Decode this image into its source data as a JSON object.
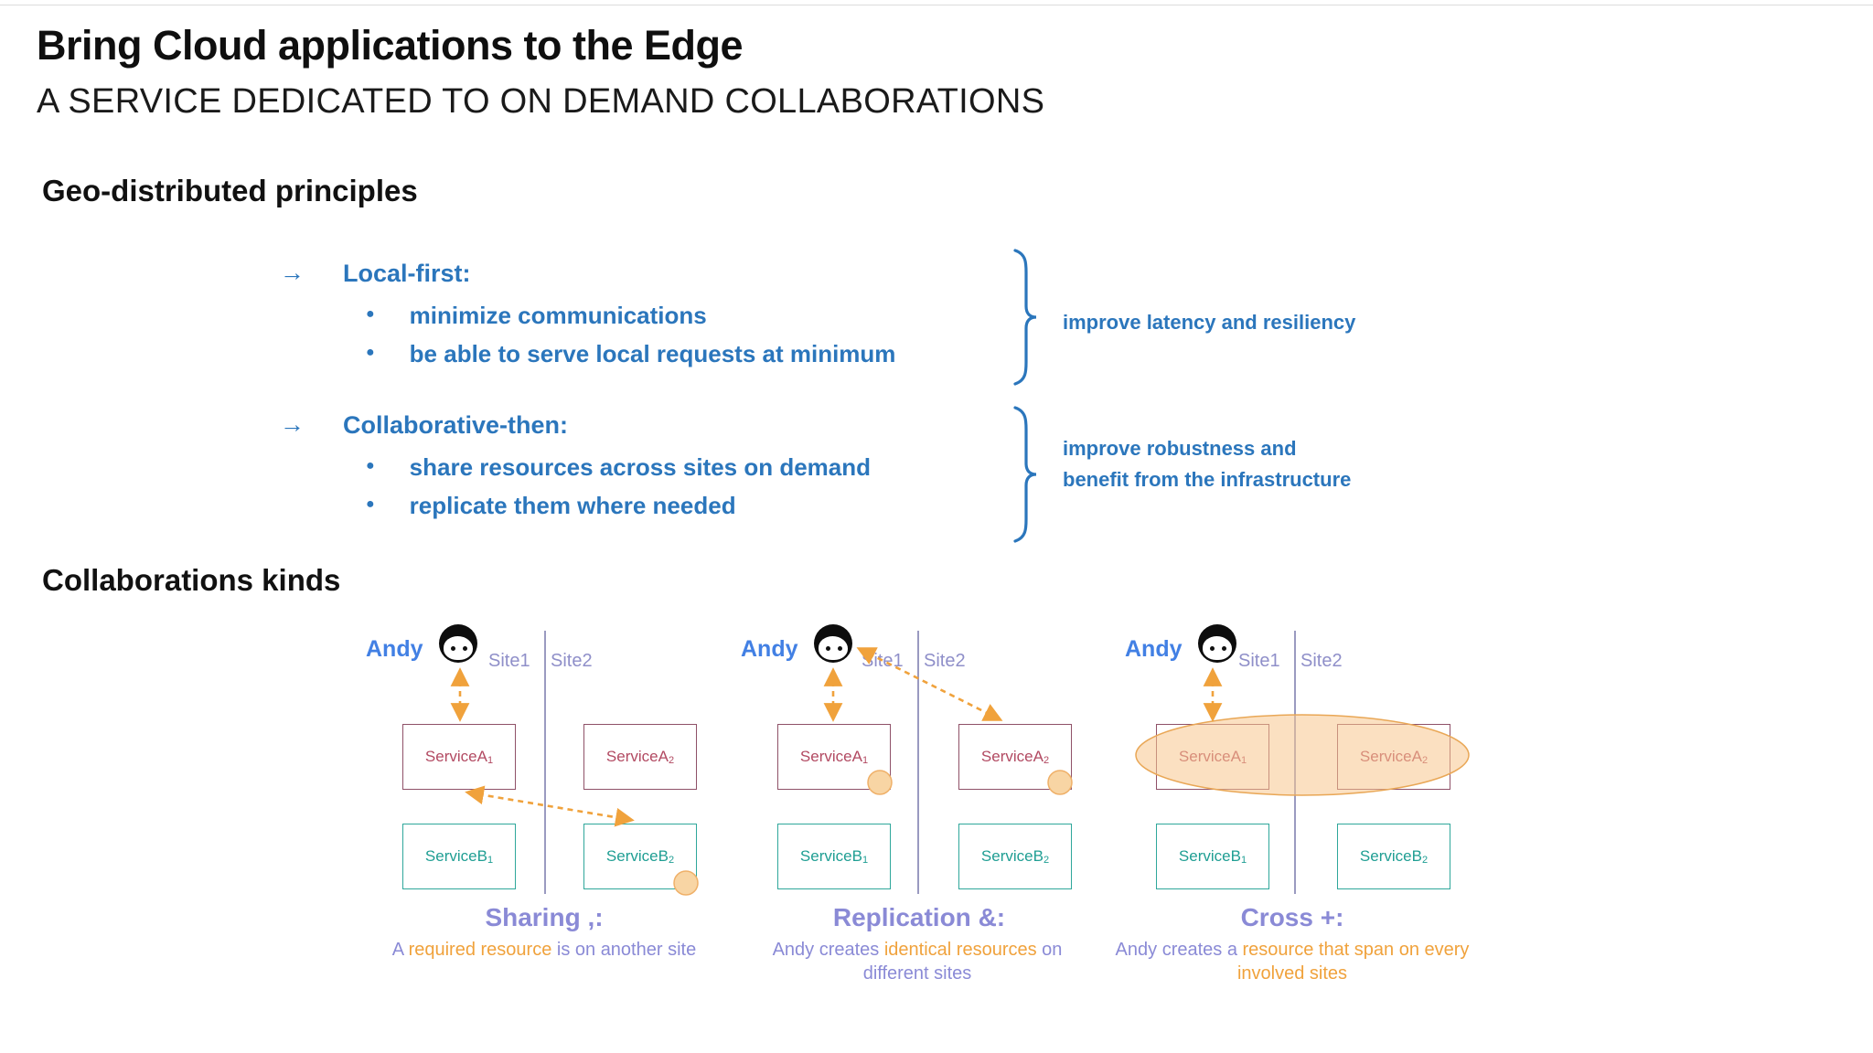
{
  "slide": {
    "title": "Bring Cloud applications to the Edge",
    "subtitle": "A SERVICE DEDICATED TO ON DEMAND COLLABORATIONS",
    "section_principles": "Geo-distributed principles",
    "section_collaborations": "Collaborations kinds"
  },
  "principles": [
    {
      "arrow": "→",
      "heading": "Local-first:",
      "bullet_glyph": "●",
      "bullets": [
        "minimize communications",
        "be able to serve local requests at minimum"
      ],
      "annotation_line1": "improve latency and resiliency",
      "annotation_line2": ""
    },
    {
      "arrow": "→",
      "heading": "Collaborative-then:",
      "bullet_glyph": "●",
      "bullets": [
        "share resources across sites on demand",
        "replicate them where needed"
      ],
      "annotation_line1": "improve robustness and",
      "annotation_line2": "benefit from the infrastructure"
    }
  ],
  "diagrams": [
    {
      "actor": "Andy",
      "site1": "Site1",
      "site2": "Site2",
      "boxes": {
        "a1": {
          "base": "ServiceA",
          "sub": "1"
        },
        "a2": {
          "base": "ServiceA",
          "sub": "2"
        },
        "b1": {
          "base": "ServiceB",
          "sub": "1"
        },
        "b2": {
          "base": "ServiceB",
          "sub": "2"
        }
      },
      "caption": "Sharing ,:",
      "subcaption": [
        {
          "text": "A "
        },
        {
          "text": "required resource"
        },
        {
          "text": " is on another site"
        }
      ]
    },
    {
      "actor": "Andy",
      "site1": "Site1",
      "site2": "Site2",
      "boxes": {
        "a1": {
          "base": "ServiceA",
          "sub": "1"
        },
        "a2": {
          "base": "ServiceA",
          "sub": "2"
        },
        "b1": {
          "base": "ServiceB",
          "sub": "1"
        },
        "b2": {
          "base": "ServiceB",
          "sub": "2"
        }
      },
      "caption": "Replication &:",
      "subcaption": [
        {
          "text": "Andy creates "
        },
        {
          "text": "identical resources"
        },
        {
          "text": " on different sites"
        }
      ]
    },
    {
      "actor": "Andy",
      "site1": "Site1",
      "site2": "Site2",
      "boxes": {
        "a1": {
          "base": "ServiceA",
          "sub": "1"
        },
        "a2": {
          "base": "ServiceA",
          "sub": "2"
        },
        "b1": {
          "base": "ServiceB",
          "sub": "1"
        },
        "b2": {
          "base": "ServiceB",
          "sub": "2"
        }
      },
      "caption": "Cross +:",
      "subcaption": [
        {
          "text": "Andy creates a "
        },
        {
          "text": "resource that span on every involved sites"
        },
        {
          "text": ""
        }
      ]
    }
  ],
  "colors": {
    "principle_blue": "#2B76BC",
    "actor_blue": "#4280E4",
    "site_purple": "#8F8FC9",
    "caption_purple": "#8A8AD6",
    "highlight_orange": "#F0A23C",
    "service_a_maroon": "#B24A62",
    "service_b_teal": "#1F9E93"
  }
}
